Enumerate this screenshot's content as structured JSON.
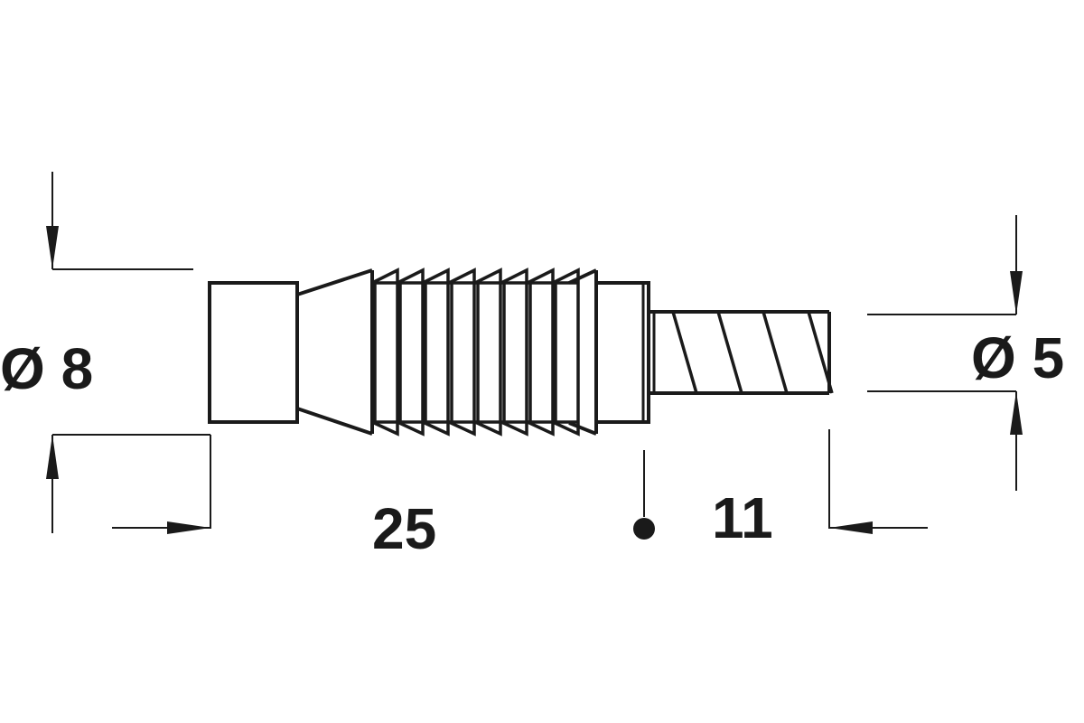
{
  "dimensions": {
    "diameter_large": "Ø 8",
    "diameter_small": "Ø 5",
    "length_total": "25",
    "length_thread": "11"
  }
}
